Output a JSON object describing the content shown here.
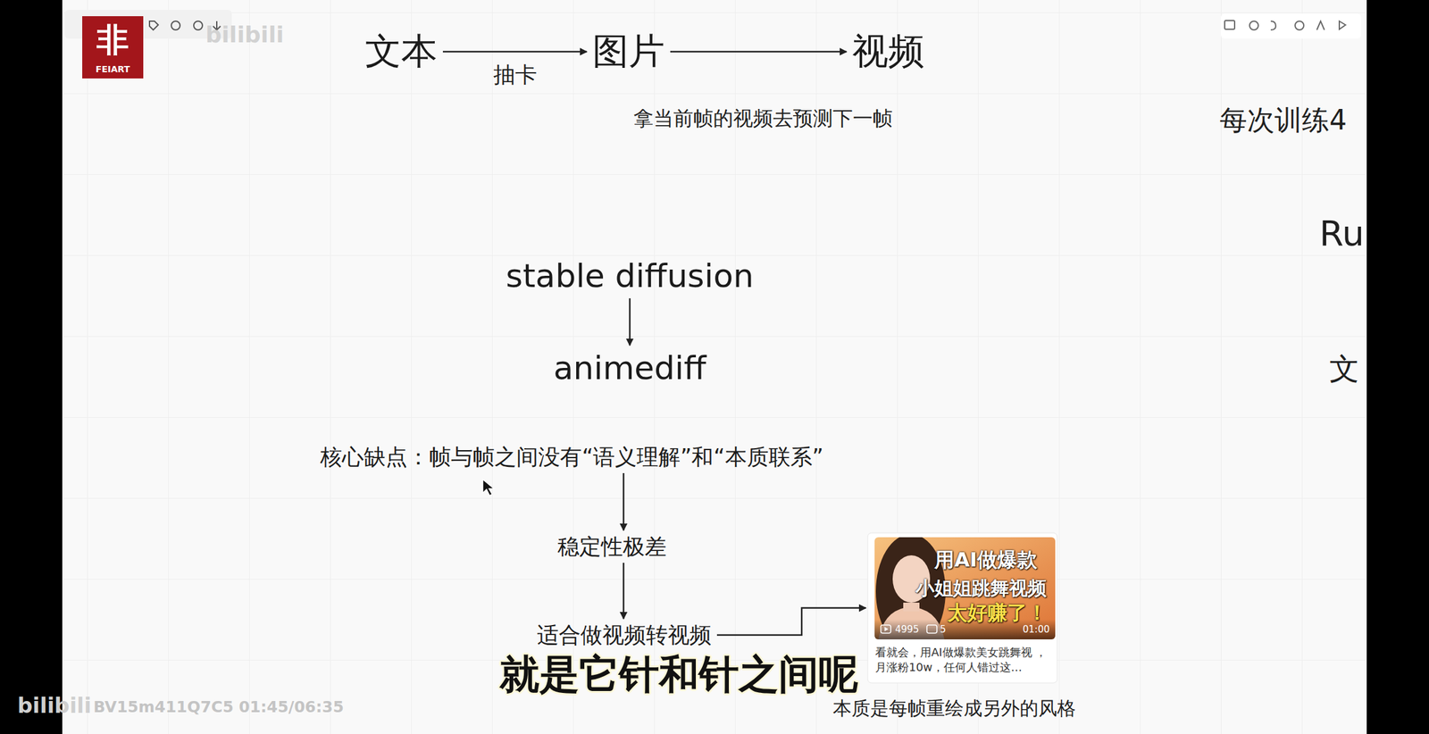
{
  "diagram": {
    "nodes": [
      {
        "text": [
          "文本"
        ]
      },
      {
        "text": [
          "图片"
        ]
      },
      {
        "text": [
          "视频"
        ]
      },
      {
        "text": [
          "stable diffusion"
        ]
      },
      {
        "text": [
          "animediff"
        ]
      },
      {
        "text": [
          "核心缺点：帧与帧之间没有“语义理解”和“本质联系”"
        ]
      },
      {
        "text": [
          "稳定性极差"
        ]
      },
      {
        "text": [
          "适合做视频转视频"
        ]
      },
      {
        "text": [
          "用AI做爆款",
          "小姐姐跳舞视频",
          "太好赚了！",
          "4995",
          "5",
          "01:00",
          "看就会，用AI做爆款美女跳舞视 ，月涨粉10w，任何人错过这…"
        ]
      }
    ],
    "edges": [
      {
        "from": 0,
        "to": 1,
        "arrow": "to",
        "label": "抽卡"
      },
      {
        "from": 1,
        "to": 2,
        "arrow": "to"
      },
      {
        "from": 3,
        "to": 4,
        "arrow": "to"
      },
      {
        "from": 5,
        "to": 6,
        "arrow": "to"
      },
      {
        "from": 6,
        "to": 7,
        "arrow": "to"
      },
      {
        "from": 7,
        "to": 8,
        "arrow": "to"
      }
    ],
    "labels": [
      "拿当前帧的视频去预测下一帧",
      "每次训练4",
      "Ru",
      "文",
      "本质是每帧重绘成另外的风格",
      "就是它针和针之间呢",
      "非",
      "FEIART",
      "bilibili",
      "bilibili",
      "BV15m411Q7C5 01:45/06:35"
    ]
  }
}
